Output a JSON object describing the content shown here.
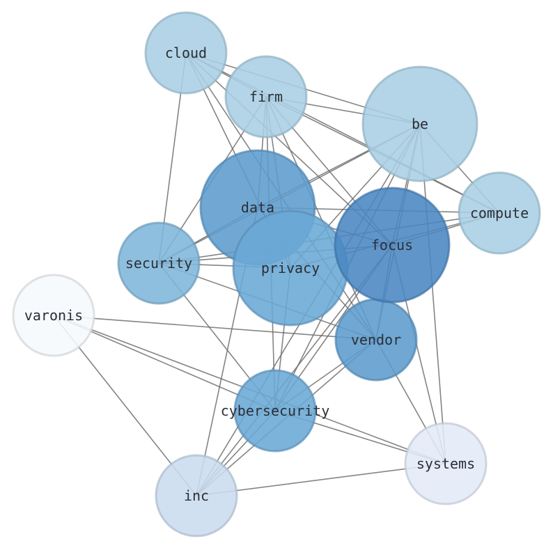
{
  "graph": {
    "nodes": [
      {
        "id": "cloud",
        "label": "cloud",
        "color": "#a9cfe4",
        "weight": 2
      },
      {
        "id": "firm",
        "label": "firm",
        "color": "#a9cfe4",
        "weight": 2
      },
      {
        "id": "be",
        "label": "be",
        "color": "#a9cfe4",
        "weight": 5
      },
      {
        "id": "compute",
        "label": "compute",
        "color": "#a9cfe4",
        "weight": 2
      },
      {
        "id": "data",
        "label": "data",
        "color": "#5d9bcd",
        "weight": 5
      },
      {
        "id": "focus",
        "label": "focus",
        "color": "#4a86c2",
        "weight": 5
      },
      {
        "id": "security",
        "label": "security",
        "color": "#7fb6da",
        "weight": 2
      },
      {
        "id": "privacy",
        "label": "privacy",
        "color": "#6aa8d6",
        "weight": 5
      },
      {
        "id": "varonis",
        "label": "varonis",
        "color": "#f6f9fd",
        "weight": 2
      },
      {
        "id": "vendor",
        "label": "vendor",
        "color": "#5c9bcd",
        "weight": 2
      },
      {
        "id": "cybersecurity",
        "label": "cybersecurity",
        "color": "#6aa8d6",
        "weight": 2
      },
      {
        "id": "systems",
        "label": "systems",
        "color": "#e2ebf7",
        "weight": 2
      },
      {
        "id": "inc",
        "label": "inc",
        "color": "#c9dcee",
        "weight": 2
      }
    ],
    "edges": [
      [
        "cloud",
        "firm"
      ],
      [
        "cloud",
        "be"
      ],
      [
        "cloud",
        "compute"
      ],
      [
        "cloud",
        "focus"
      ],
      [
        "cloud",
        "vendor"
      ],
      [
        "cloud",
        "security"
      ],
      [
        "cloud",
        "privacy"
      ],
      [
        "firm",
        "be"
      ],
      [
        "firm",
        "compute"
      ],
      [
        "firm",
        "focus"
      ],
      [
        "firm",
        "data"
      ],
      [
        "firm",
        "privacy"
      ],
      [
        "firm",
        "vendor"
      ],
      [
        "firm",
        "cybersecurity"
      ],
      [
        "firm",
        "security"
      ],
      [
        "be",
        "compute"
      ],
      [
        "be",
        "data"
      ],
      [
        "be",
        "privacy"
      ],
      [
        "be",
        "focus"
      ],
      [
        "be",
        "vendor"
      ],
      [
        "be",
        "cybersecurity"
      ],
      [
        "be",
        "inc"
      ],
      [
        "be",
        "systems"
      ],
      [
        "be",
        "security"
      ],
      [
        "compute",
        "data"
      ],
      [
        "compute",
        "focus"
      ],
      [
        "compute",
        "security"
      ],
      [
        "compute",
        "privacy"
      ],
      [
        "data",
        "focus"
      ],
      [
        "data",
        "security"
      ],
      [
        "data",
        "vendor"
      ],
      [
        "data",
        "inc"
      ],
      [
        "focus",
        "security"
      ],
      [
        "focus",
        "systems"
      ],
      [
        "focus",
        "cybersecurity"
      ],
      [
        "focus",
        "inc"
      ],
      [
        "focus",
        "vendor"
      ],
      [
        "security",
        "vendor"
      ],
      [
        "security",
        "cybersecurity"
      ],
      [
        "security",
        "privacy"
      ],
      [
        "varonis",
        "vendor"
      ],
      [
        "varonis",
        "cybersecurity"
      ],
      [
        "varonis",
        "systems"
      ],
      [
        "varonis",
        "inc"
      ],
      [
        "vendor",
        "systems"
      ],
      [
        "vendor",
        "cybersecurity"
      ],
      [
        "vendor",
        "inc"
      ],
      [
        "cybersecurity",
        "systems"
      ],
      [
        "cybersecurity",
        "inc"
      ],
      [
        "cybersecurity",
        "privacy"
      ],
      [
        "systems",
        "inc"
      ]
    ]
  }
}
